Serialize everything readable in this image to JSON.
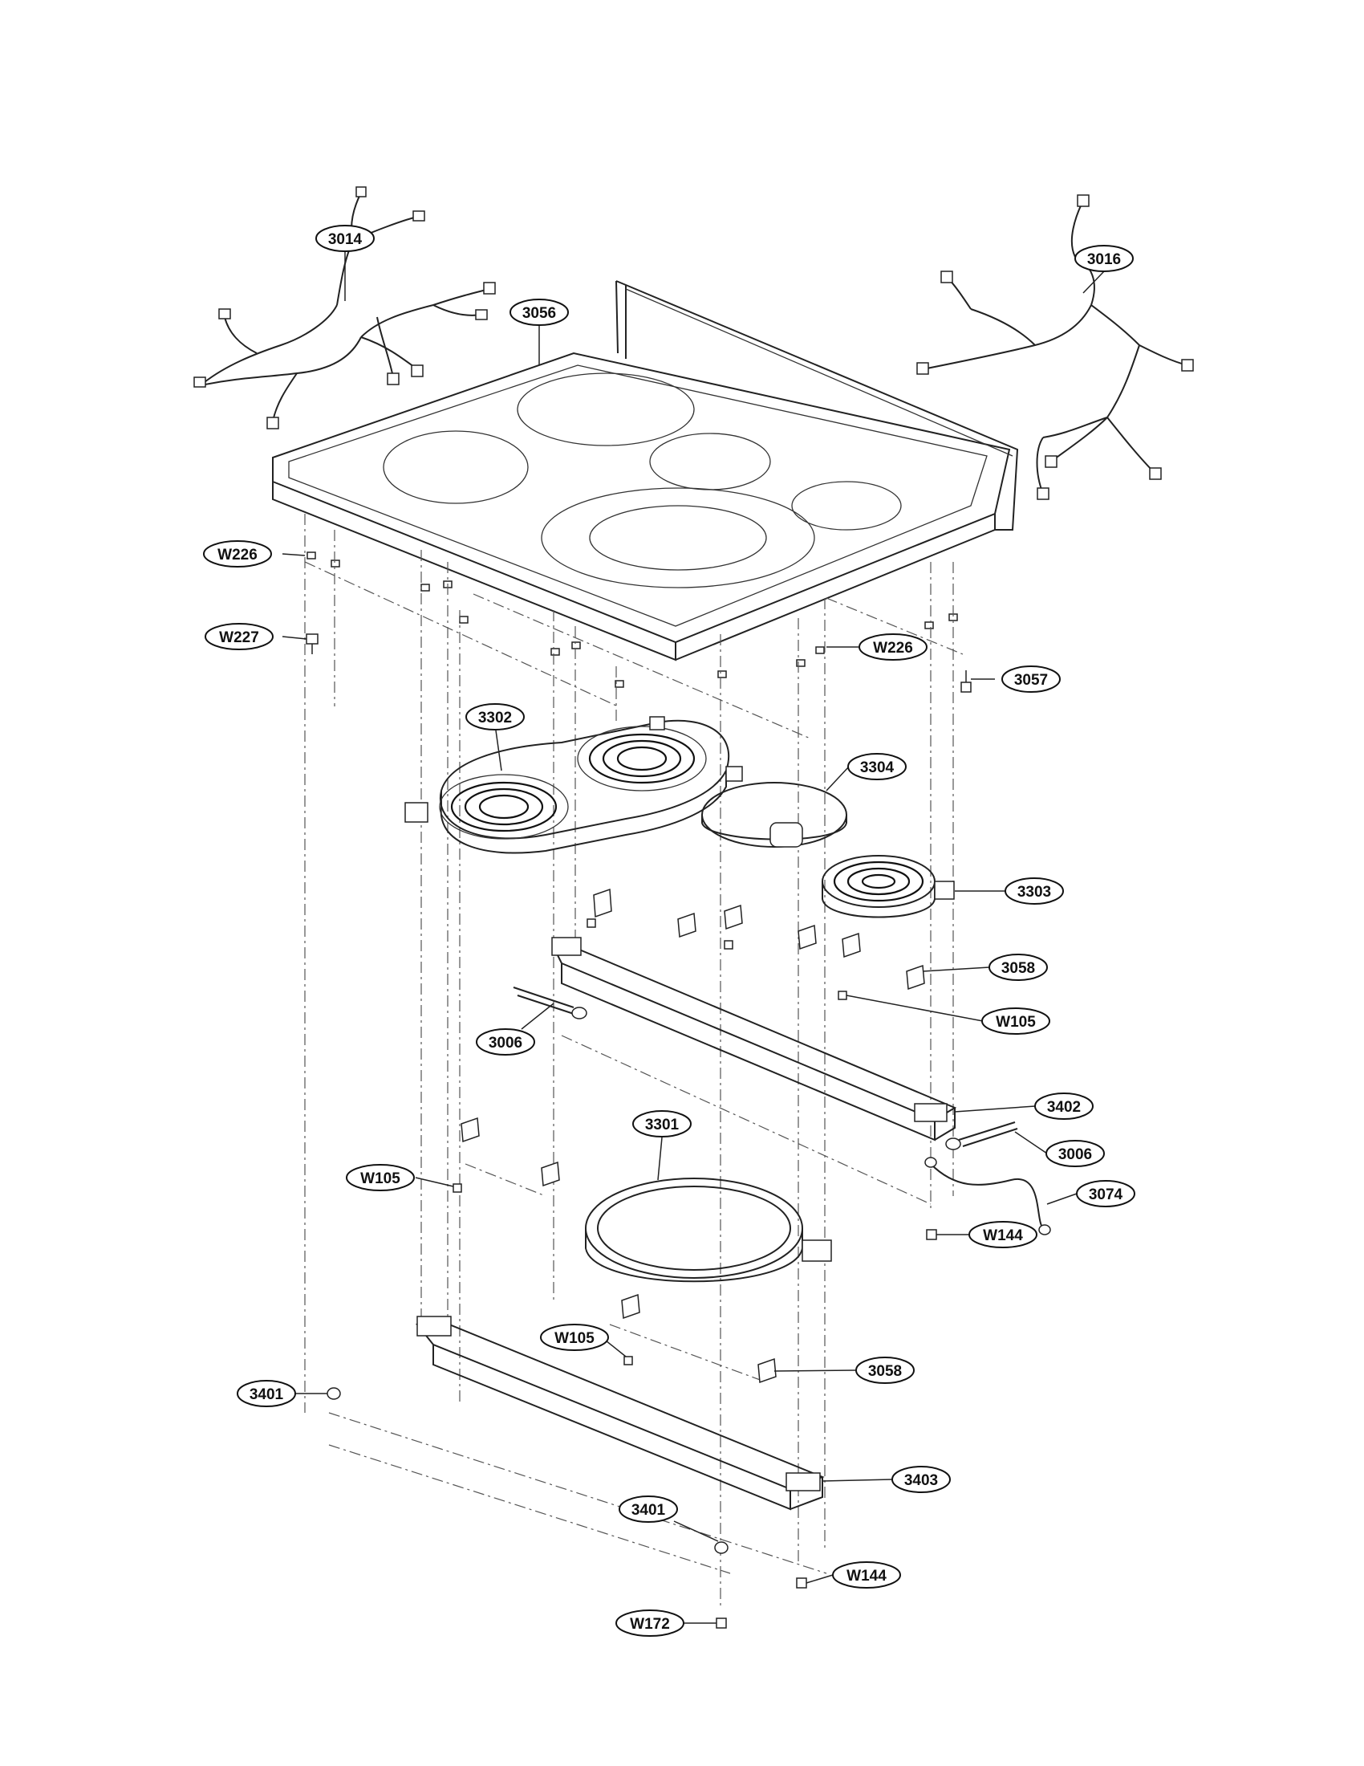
{
  "callouts": [
    {
      "id": "c-3014",
      "label": "3014"
    },
    {
      "id": "c-3056",
      "label": "3056"
    },
    {
      "id": "c-3016",
      "label": "3016"
    },
    {
      "id": "c-w226-a",
      "label": "W226"
    },
    {
      "id": "c-w227",
      "label": "W227"
    },
    {
      "id": "c-w226-b",
      "label": "W226"
    },
    {
      "id": "c-3057",
      "label": "3057"
    },
    {
      "id": "c-3302",
      "label": "3302"
    },
    {
      "id": "c-3304",
      "label": "3304"
    },
    {
      "id": "c-3303",
      "label": "3303"
    },
    {
      "id": "c-3058-a",
      "label": "3058"
    },
    {
      "id": "c-w105-a",
      "label": "W105"
    },
    {
      "id": "c-3006-a",
      "label": "3006"
    },
    {
      "id": "c-3402",
      "label": "3402"
    },
    {
      "id": "c-3006-b",
      "label": "3006"
    },
    {
      "id": "c-3301",
      "label": "3301"
    },
    {
      "id": "c-w105-b",
      "label": "W105"
    },
    {
      "id": "c-3074",
      "label": "3074"
    },
    {
      "id": "c-w144-a",
      "label": "W144"
    },
    {
      "id": "c-w105-c",
      "label": "W105"
    },
    {
      "id": "c-3058-b",
      "label": "3058"
    },
    {
      "id": "c-3401-a",
      "label": "3401"
    },
    {
      "id": "c-3403",
      "label": "3403"
    },
    {
      "id": "c-3401-b",
      "label": "3401"
    },
    {
      "id": "c-w144-b",
      "label": "W144"
    },
    {
      "id": "c-w172",
      "label": "W172"
    }
  ]
}
